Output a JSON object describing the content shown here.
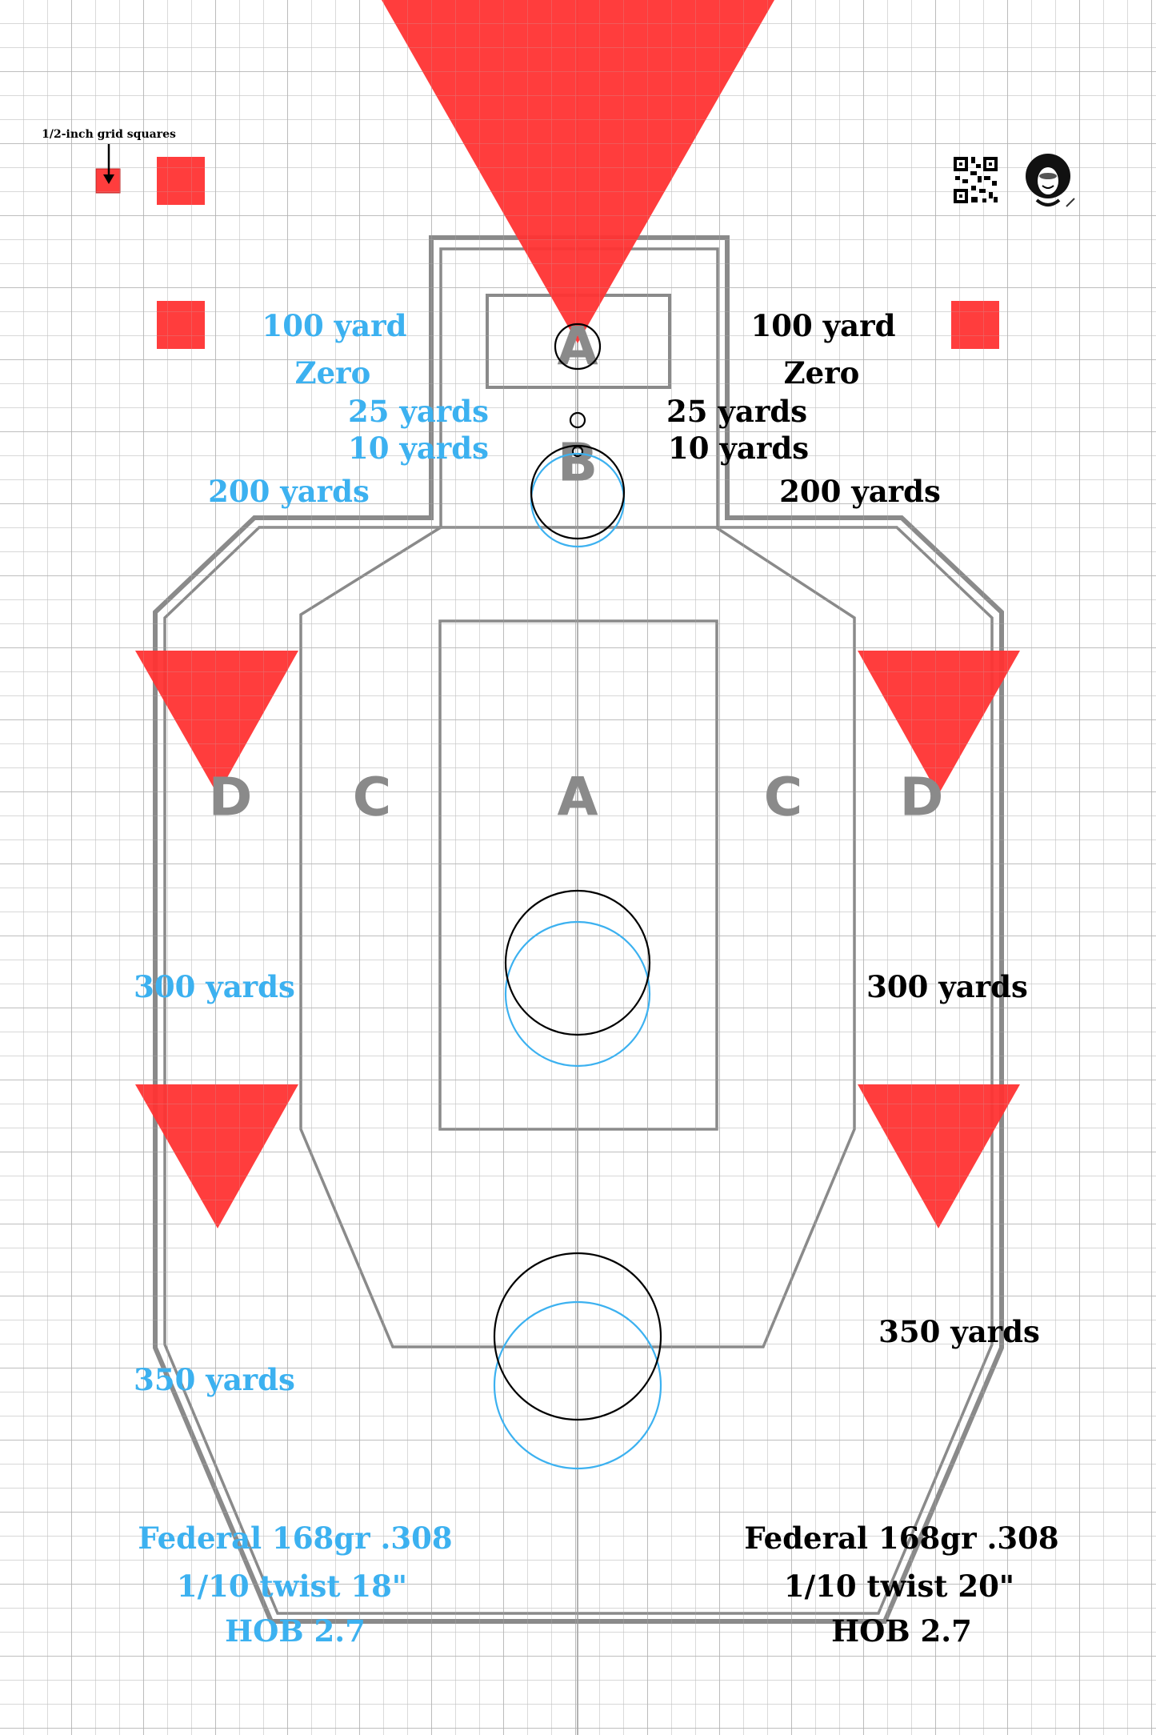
{
  "legend": {
    "grid_note": "1/2-inch grid squares"
  },
  "colors": {
    "red": "#ff3333",
    "blue": "#3cb1f0",
    "black": "#000000",
    "gray": "#8a8a8a"
  },
  "icons": [
    "qr-code-icon",
    "medusa-logo-icon"
  ],
  "zones": {
    "head_a": "A",
    "head_b": "B",
    "left_d": "D",
    "left_c": "C",
    "center_a": "A",
    "right_c": "C",
    "right_d": "D"
  },
  "left_rifle": {
    "zero_line1": "100 yard",
    "zero_line2": "Zero",
    "y25": "25 yards",
    "y10": "10 yards",
    "y200": "200 yards",
    "y300": "300 yards",
    "y350": "350 yards",
    "ammo": "Federal 168gr .308",
    "barrel": "1/10 twist 18\"",
    "hob": "HOB 2.7"
  },
  "right_rifle": {
    "zero_line1": "100 yard",
    "zero_line2": "Zero",
    "y25": "25 yards",
    "y10": "10 yards",
    "y200": "200 yards",
    "y300": "300 yards",
    "y350": "350 yards",
    "ammo": "Federal 168gr .308",
    "barrel": "1/10 twist 20\"",
    "hob": "HOB 2.7"
  }
}
